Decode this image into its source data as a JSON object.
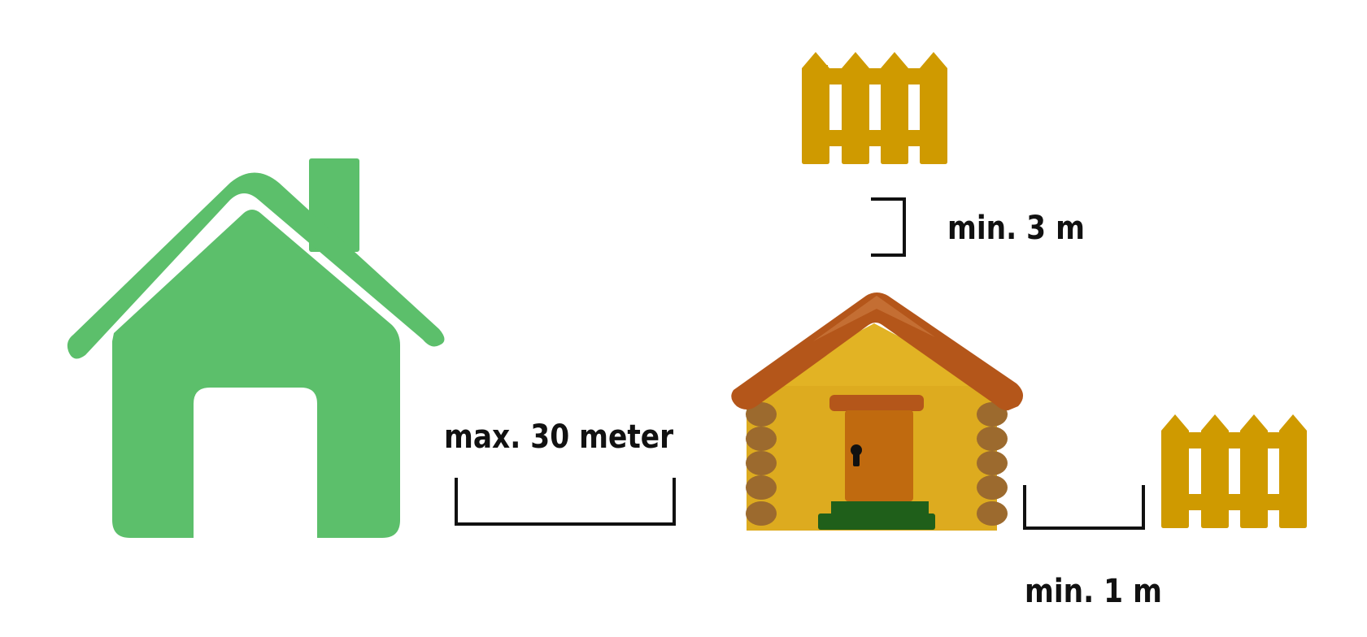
{
  "labels": {
    "max_distance": "max. 30 meter",
    "min_back_fence": "min. 3 m",
    "min_side_fence": "min. 1 m"
  },
  "icons": {
    "main_house": "house-icon",
    "cabin": "log-cabin-icon",
    "fence": "picket-fence-icon",
    "bracket": "distance-bracket-icon"
  },
  "colors": {
    "main_house": "#5cbf6b",
    "fence": "#cf9a00",
    "cabin_wall": "#ddab1f",
    "cabin_roof": "#b4561a",
    "cabin_logs": "#9c6a2e",
    "cabin_door": "#c06a0f",
    "cabin_step": "#1f5f1a",
    "bracket": "#111111"
  }
}
